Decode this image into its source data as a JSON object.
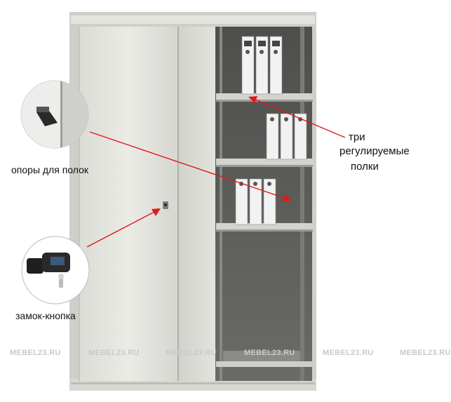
{
  "annotations": {
    "shelf_supports": "опоры для полок",
    "lock_button": "замок-кнопка",
    "shelves_line1": "три",
    "shelves_line2": "регулируемые",
    "shelves_line3": "полки"
  },
  "watermarks": [
    "MEBEL23.RU",
    "MEBEL23.RU",
    "MEBEL23.RU",
    "MEBEL23.RU",
    "MEBEL23.RU",
    "MEBEL23.RU"
  ],
  "colors": {
    "cabinet_body": "#d9d9d4",
    "door": "#e6e6e1",
    "interior": "#5e5e5c",
    "arrow": "#e01818"
  },
  "icons": [
    "shelf-support-detail",
    "lock-button-detail",
    "arrow"
  ]
}
